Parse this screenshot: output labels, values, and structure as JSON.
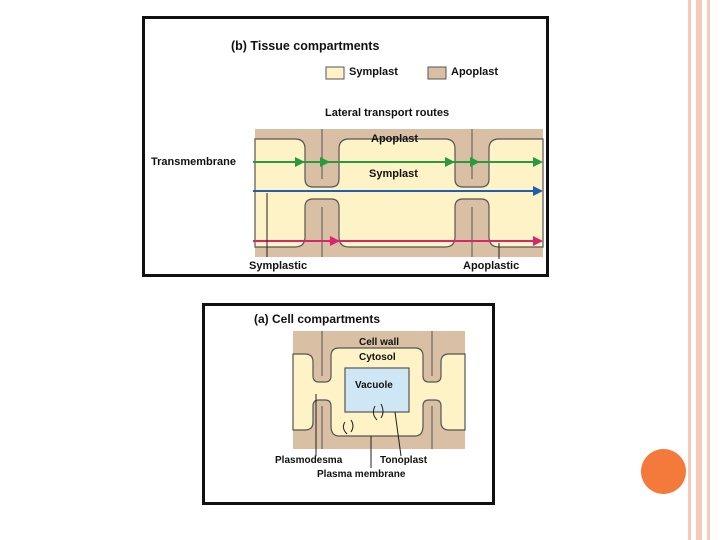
{
  "tissue_figure": {
    "title": "(b) Tissue  compartments",
    "legend_symplast": "Symplast",
    "legend_apoplast": "Apoplast",
    "routes_title": "Lateral transport routes",
    "apoplast_label": "Apoplast",
    "symplast_label": "Symplast",
    "transmembrane_label": "Transmembrane",
    "symplastic_label": "Symplastic",
    "apoplastic_label": "Apoplastic"
  },
  "cell_figure": {
    "title": "(a) Cell compartments",
    "cell_wall_label": "Cell wall",
    "cytosol_label": "Cytosol",
    "vacuole_label": "Vacuole",
    "plasmodesma_label": "Plasmodesma",
    "tonoplast_label": "Tonoplast",
    "plasma_membrane_label": "Plasma membrane"
  },
  "colors": {
    "background": "#ffffff",
    "side_stripe": "#f6c9b8",
    "accent_dot": "#f47a3c",
    "symplast_fill": "#fdf3c6",
    "apoplast_fill": "#d9bfa3",
    "vacuole_fill": "#cfe6f5",
    "transmembrane_arrow": "#2a9a3c",
    "symplastic_arrow": "#1f5fae",
    "apoplastic_arrow": "#d6266e"
  }
}
